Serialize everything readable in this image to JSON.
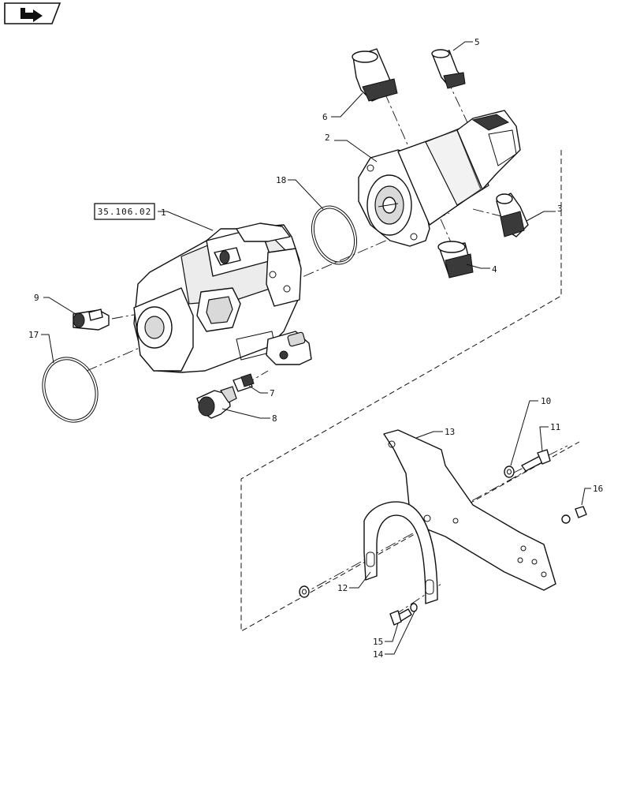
{
  "nav_button": {
    "icon": "page-flip-arrow-icon"
  },
  "reference_box": {
    "text": "35.106.02"
  },
  "callouts": [
    {
      "id": "1",
      "label": "1"
    },
    {
      "id": "2",
      "label": "2"
    },
    {
      "id": "3",
      "label": "3"
    },
    {
      "id": "4",
      "label": "4"
    },
    {
      "id": "5",
      "label": "5"
    },
    {
      "id": "6",
      "label": "6"
    },
    {
      "id": "7",
      "label": "7"
    },
    {
      "id": "8",
      "label": "8"
    },
    {
      "id": "9",
      "label": "9"
    },
    {
      "id": "10",
      "label": "10"
    },
    {
      "id": "11",
      "label": "11"
    },
    {
      "id": "12",
      "label": "12"
    },
    {
      "id": "13",
      "label": "13"
    },
    {
      "id": "14",
      "label": "14"
    },
    {
      "id": "15",
      "label": "15"
    },
    {
      "id": "16",
      "label": "16"
    },
    {
      "id": "17",
      "label": "17"
    },
    {
      "id": "18",
      "label": "18"
    }
  ]
}
